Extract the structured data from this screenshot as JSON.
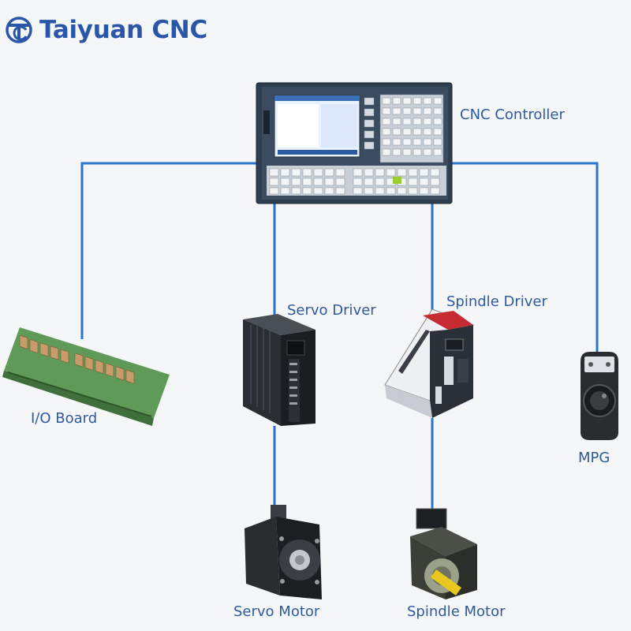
{
  "brand": {
    "name": "Taiyuan CNC",
    "logo": "tc-logo",
    "color": "#2a56a8"
  },
  "line_color": "#2b74c9",
  "label_color": "#2f5a9e",
  "nodes": {
    "cnc_controller": {
      "label": "CNC Controller"
    },
    "servo_driver": {
      "label": "Servo Driver"
    },
    "spindle_driver": {
      "label": "Spindle Driver"
    },
    "io_board": {
      "label": "I/O Board"
    },
    "mpg": {
      "label": "MPG"
    },
    "servo_motor": {
      "label": "Servo Motor"
    },
    "spindle_motor": {
      "label": "Spindle Motor"
    }
  },
  "connections": [
    [
      "cnc_controller",
      "io_board"
    ],
    [
      "cnc_controller",
      "servo_driver"
    ],
    [
      "cnc_controller",
      "spindle_driver"
    ],
    [
      "cnc_controller",
      "mpg"
    ],
    [
      "servo_driver",
      "servo_motor"
    ],
    [
      "spindle_driver",
      "spindle_motor"
    ]
  ]
}
